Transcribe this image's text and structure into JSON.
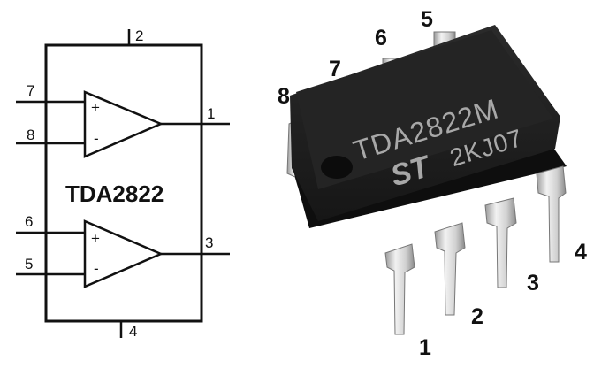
{
  "schematic": {
    "chip_name": "TDA2822",
    "pins": {
      "p1": "1",
      "p2": "2",
      "p3": "3",
      "p4": "4",
      "p5": "5",
      "p6": "6",
      "p7": "7",
      "p8": "8"
    },
    "plus_sign": "+",
    "minus_sign": "-"
  },
  "photo": {
    "marking_line1": "TDA2822M",
    "marking_line2": "2KJ07",
    "logo_text": "ST",
    "pin_labels": {
      "p1": "1",
      "p2": "2",
      "p3": "3",
      "p4": "4",
      "p5": "5",
      "p6": "6",
      "p7": "7",
      "p8": "8"
    }
  },
  "colors": {
    "line": "#111111",
    "package_body": "#1c1c1c",
    "marking": "#a8a8a8",
    "pin_metal": "#d6d6d6"
  }
}
